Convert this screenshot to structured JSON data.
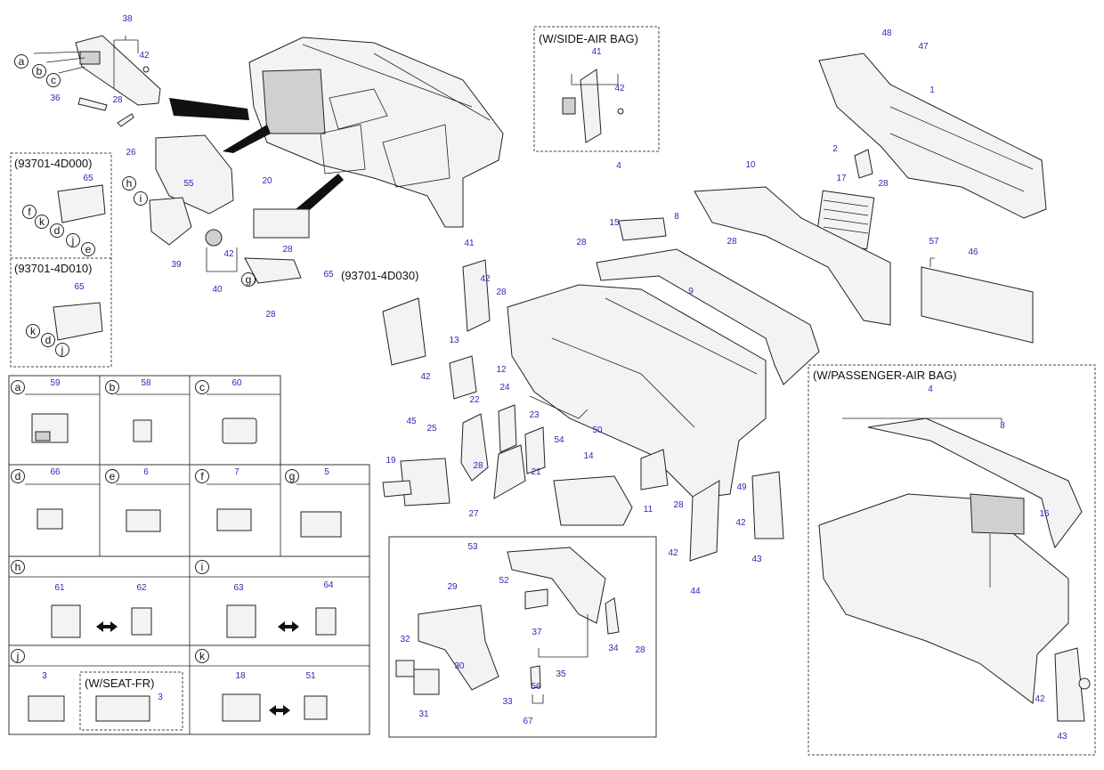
{
  "boxes": {
    "side_airbag": "(W/SIDE-AIR BAG)",
    "passenger_airbag": "(W/PASSENGER-AIR BAG)",
    "variant_d000": "(93701-4D000)",
    "variant_d010": "(93701-4D010)",
    "variant_d030": "(93701-4D030)",
    "seat_fr": "(W/SEAT-FR)"
  },
  "letters": [
    "a",
    "b",
    "c",
    "d",
    "e",
    "f",
    "g",
    "h",
    "i",
    "j",
    "k"
  ],
  "grid_cells": {
    "a": "59",
    "b": "58",
    "c": "60",
    "d": "66",
    "e": "6",
    "f": "7",
    "g": "5",
    "h1": "61",
    "h2": "62",
    "i1": "63",
    "i2": "64",
    "j": "3",
    "j_seat": "3",
    "k1": "18",
    "k2": "51"
  },
  "callouts": {
    "c38": "38",
    "c42a": "42",
    "c36": "36",
    "c28a": "28",
    "c26": "26",
    "c55": "55",
    "c39": "39",
    "c20": "20",
    "c28b": "28",
    "c42b": "42",
    "c40": "40",
    "c65a": "65",
    "c28c": "28",
    "c65b": "65",
    "c65c": "65",
    "c41a": "41",
    "c42c": "42",
    "c48": "48",
    "c47": "47",
    "c1": "1",
    "c2": "2",
    "c17": "17",
    "c28d": "28",
    "c46": "46",
    "c57": "57",
    "c4a": "4",
    "c8a": "8",
    "c10": "10",
    "c15": "15",
    "c28e": "28",
    "c28f": "28",
    "c9": "9",
    "c41b": "41",
    "c42d": "42",
    "c28g": "28",
    "c13": "13",
    "c12": "12",
    "c42e": "42",
    "c45": "45",
    "c22": "22",
    "c24": "24",
    "c23": "23",
    "c54": "54",
    "c50": "50",
    "c25": "25",
    "c21": "21",
    "c28h": "28",
    "c19": "19",
    "c27": "27",
    "c14": "14",
    "c11": "11",
    "c28i": "28",
    "c49": "49",
    "c42f": "42",
    "c42g": "42",
    "c43a": "43",
    "c44": "44",
    "c53": "53",
    "c52": "52",
    "c29": "29",
    "c37": "37",
    "c34": "34",
    "c28j": "28",
    "c32": "32",
    "c30": "30",
    "c35": "35",
    "c33": "33",
    "c56": "56",
    "c31": "31",
    "c67": "67",
    "c4b": "4",
    "c8b": "8",
    "c16": "16",
    "c42h": "42",
    "c43b": "43"
  }
}
